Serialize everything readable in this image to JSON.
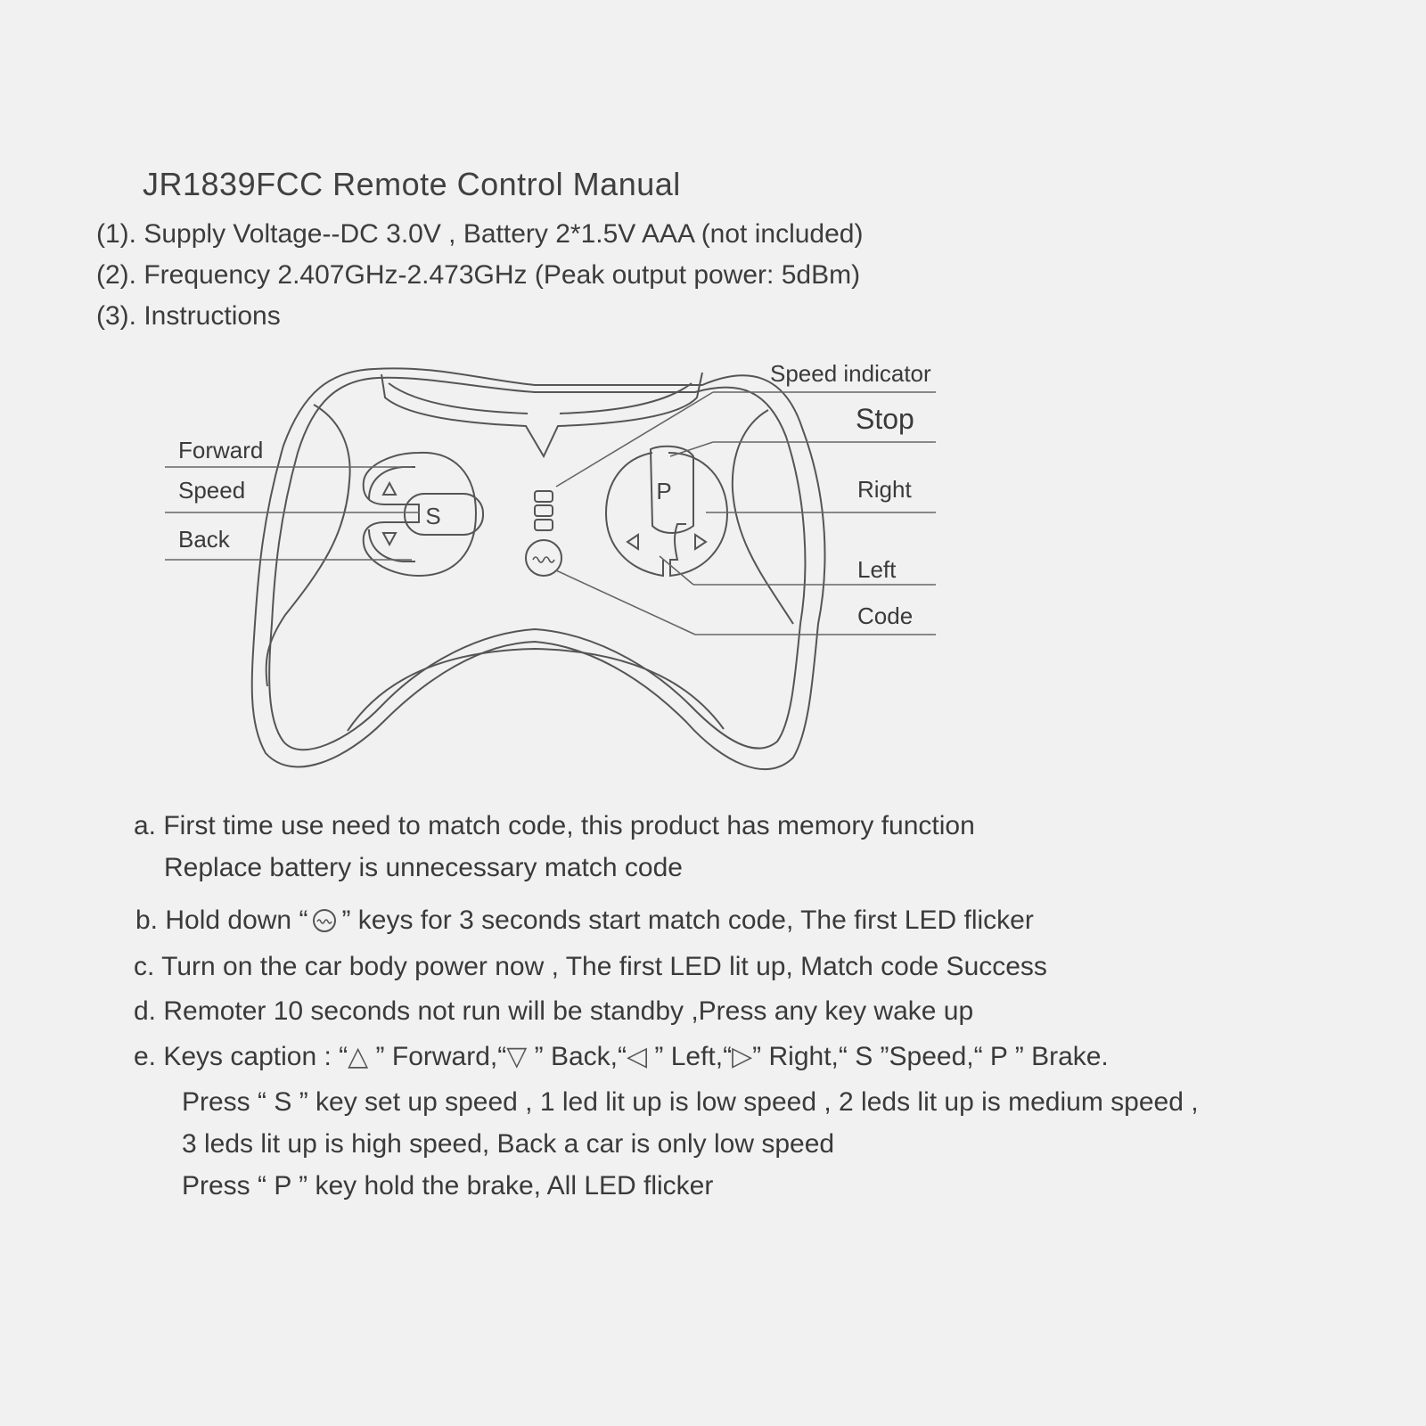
{
  "title": "JR1839FCC Remote Control Manual",
  "specs": [
    "(1). Supply Voltage--DC 3.0V , Battery  2*1.5V AAA (not included)",
    "(2). Frequency 2.407GHz-2.473GHz (Peak output power: 5dBm)",
    "(3). Instructions"
  ],
  "diagram": {
    "labels": {
      "forward": "Forward",
      "speed": "Speed",
      "back": "Back",
      "speed_indicator": "Speed indicator",
      "stop": "Stop",
      "right": "Right",
      "left": "Left",
      "code": "Code"
    },
    "buttons": {
      "speed_key": "S",
      "brake_key": "P"
    }
  },
  "instructions": {
    "a1": "a. First time use need to match code, this product has memory function",
    "a2": "Replace battery is unnecessary match code",
    "b_pre": "b. Hold down “",
    "b_post": "”  keys for 3 seconds  start match code, The first LED flicker",
    "c": "c. Turn on the car body power now ,   The first LED lit up, Match code Success",
    "d": "d. Remoter  10 seconds not run will be standby ,Press any key wake up",
    "e_pre": "e. Keys caption  :   “",
    "e_forward": " ” Forward,“",
    "e_back": " ” Back,“",
    "e_left": " ” Left,“",
    "e_right": "” Right,“ S ”Speed,“ P ” Brake.",
    "e2": "Press “ S ” key set up speed , 1 led lit up is low speed ,  2 leds lit up is medium speed ,",
    "e3": "3 leds lit up is high speed,   Back a car is only low speed",
    "e4": "Press “ P ” key hold the brake, All LED flicker"
  }
}
